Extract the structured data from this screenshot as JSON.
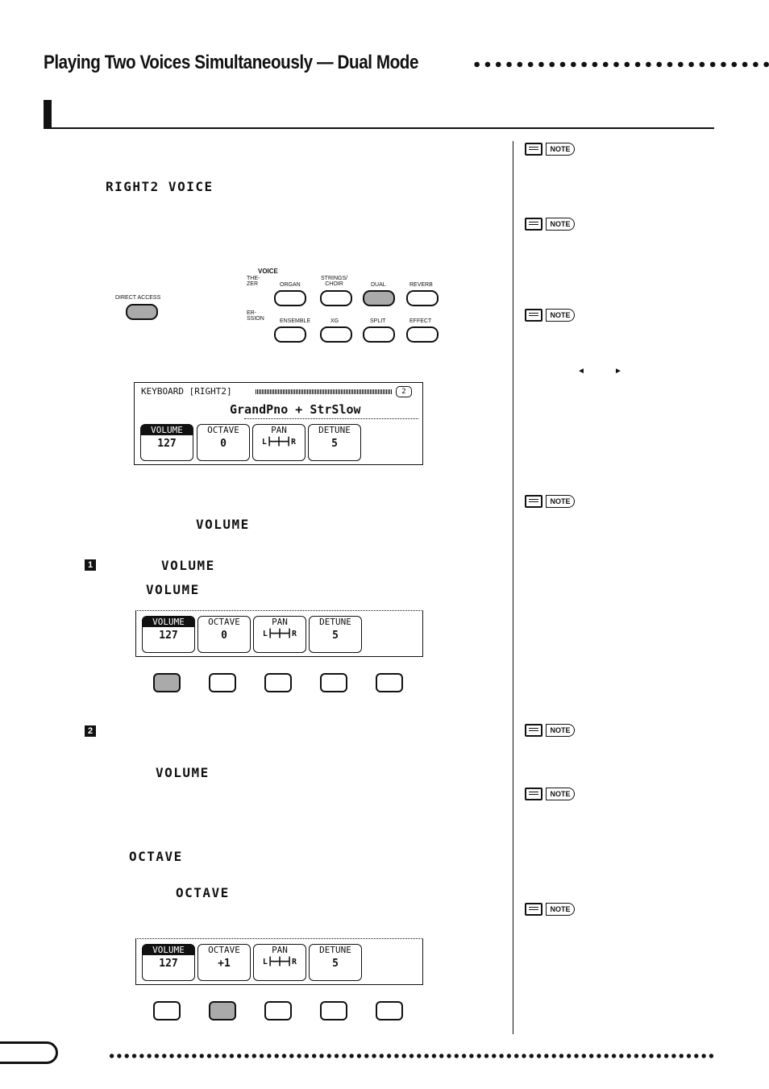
{
  "header": {
    "title": "Playing Two Voices Simultaneously — Dual Mode"
  },
  "body_labels": {
    "right2_voice": "RIGHT2 VOICE",
    "volume_1": "VOLUME",
    "volume_2": "VOLUME",
    "volume_3": "VOLUME",
    "volume_4": "VOLUME",
    "octave_1": "OCTAVE",
    "octave_2": "OCTAVE"
  },
  "steps": [
    "1",
    "2"
  ],
  "panel": {
    "direct_access": "DIRECT ACCESS",
    "voice_group": "VOICE",
    "top_row": [
      "THE-\nZER",
      "ORGAN",
      "STRINGS/\nCHOIR",
      "DUAL",
      "REVERB"
    ],
    "bottom_row": [
      "ER-\nSSION",
      "ENSEMBLE",
      "XG",
      "SPLIT",
      "EFFECT"
    ]
  },
  "lcd_main": {
    "header": "KEYBOARD [RIGHT2]",
    "page_badge": "2",
    "voice_line": "GrandPno + StrSlow",
    "tabs": [
      {
        "label": "VOLUME",
        "value": "127"
      },
      {
        "label": "OCTAVE",
        "value": "0"
      },
      {
        "label": "PAN",
        "value": "L┣━╋━┫R"
      },
      {
        "label": "DETUNE",
        "value": "5"
      }
    ]
  },
  "lcd_volume": {
    "tabs": [
      {
        "label": "VOLUME",
        "value": "127"
      },
      {
        "label": "OCTAVE",
        "value": "0"
      },
      {
        "label": "PAN",
        "value": "L┣━╋━┫R"
      },
      {
        "label": "DETUNE",
        "value": "5"
      }
    ]
  },
  "lcd_octave": {
    "tabs": [
      {
        "label": "VOLUME",
        "value": "127"
      },
      {
        "label": "OCTAVE",
        "value": "+1"
      },
      {
        "label": "PAN",
        "value": "L┣━╋━┫R"
      },
      {
        "label": "DETUNE",
        "value": "5"
      }
    ]
  },
  "sidebar": {
    "note_label": "NOTE",
    "arrows": [
      "◄",
      "►"
    ]
  }
}
